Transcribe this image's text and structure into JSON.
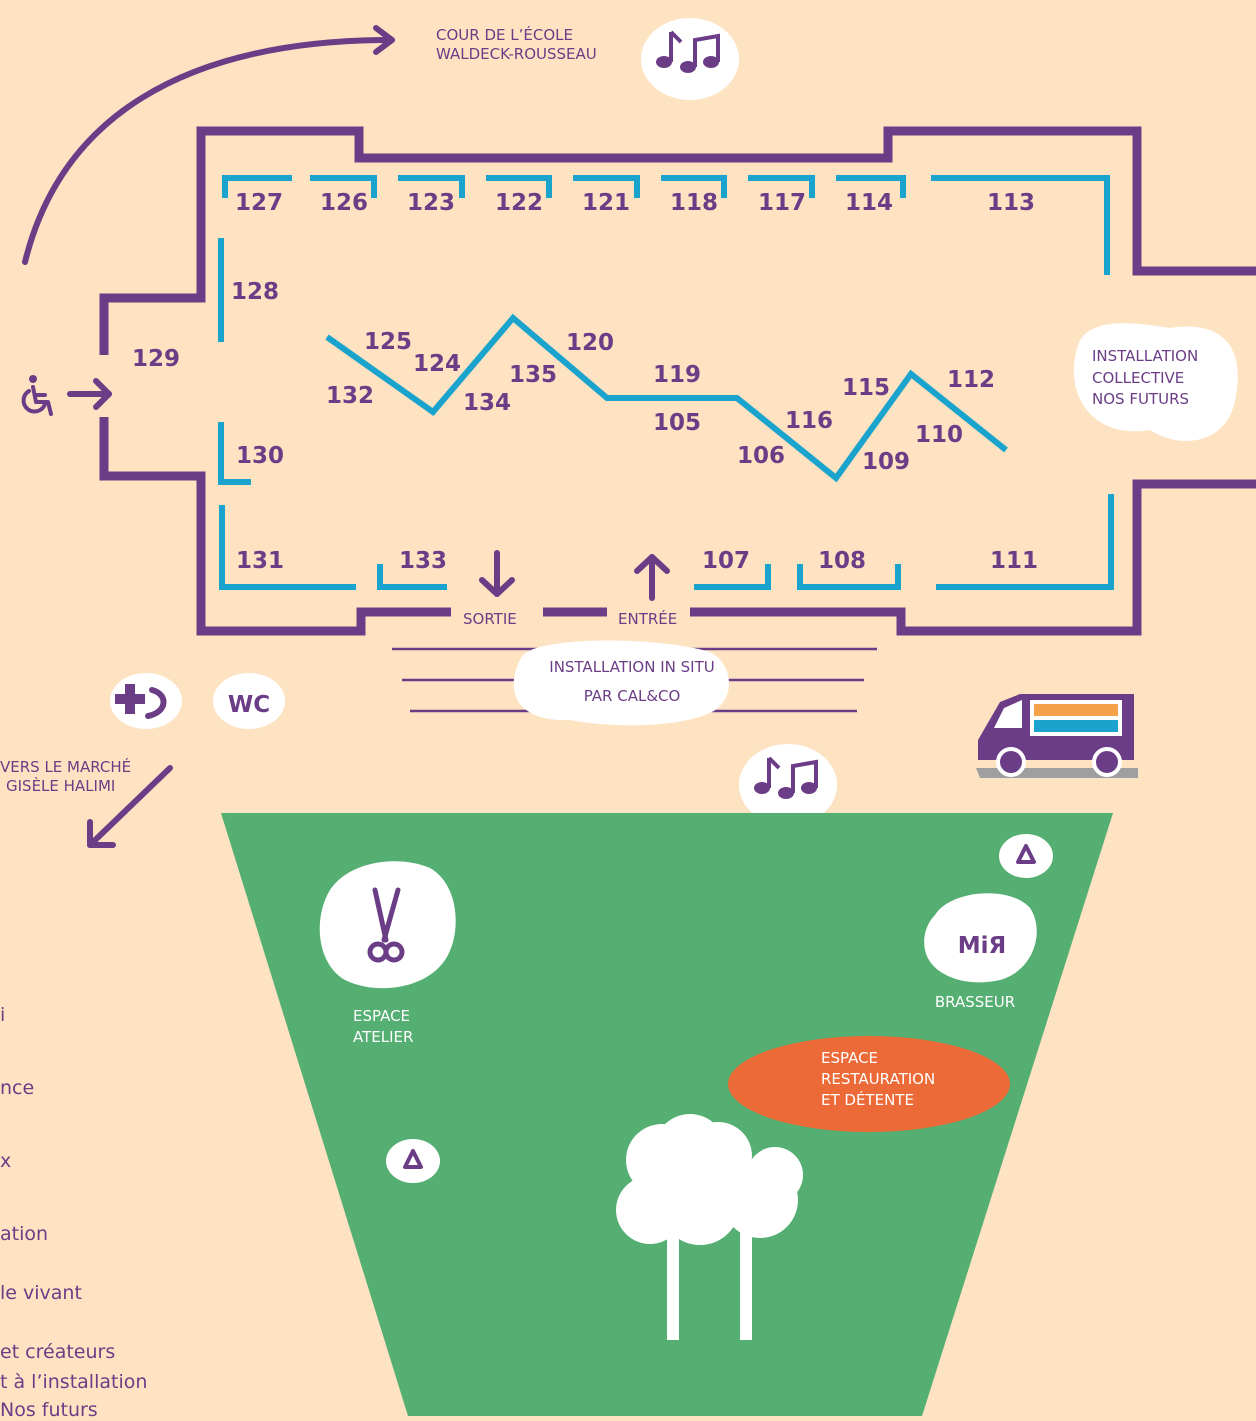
{
  "colors": {
    "background": "#fde3c2",
    "purple": "#6b3d86",
    "blue": "#1aa3cc",
    "green": "#55ae72",
    "orange": "#ec6a37",
    "white": "#ffffff"
  },
  "labels": {
    "school_line1": "COUR DE L’ÉCOLE",
    "school_line2": "WALDECK-ROUSSEAU",
    "installation_collective_1": "INSTALLATION",
    "installation_collective_2": "COLLECTIVE",
    "installation_collective_3": "NOS FUTURS",
    "exit": "SORTIE",
    "entrance": "ENTRÉE",
    "in_situ_1": "INSTALLATION IN SITU",
    "in_situ_2": "PAR CAL&CO",
    "market_1": "VERS LE MARCHÉ",
    "market_2": "GISÈLE HALIMI",
    "wc": "WC",
    "atelier_1": "ESPACE",
    "atelier_2": "ATELIER",
    "brewer_logo": "MiЯ",
    "brewer": "BRASSEUR",
    "food_1": "ESPACE",
    "food_2": "RESTAURATION",
    "food_3": "ET DÉTENTE"
  },
  "stands": {
    "s127": "127",
    "s126": "126",
    "s123": "123",
    "s122": "122",
    "s121": "121",
    "s118": "118",
    "s117": "117",
    "s114": "114",
    "s113": "113",
    "s128": "128",
    "s129": "129",
    "s130": "130",
    "s131": "131",
    "s133": "133",
    "s107": "107",
    "s108": "108",
    "s111": "111",
    "s125": "125",
    "s124": "124",
    "s132": "132",
    "s134": "134",
    "s135": "135",
    "s120": "120",
    "s119": "119",
    "s105": "105",
    "s106": "106",
    "s116": "116",
    "s115": "115",
    "s109": "109",
    "s110": "110",
    "s112": "112"
  },
  "legend": [
    "i",
    "nce",
    "x",
    "ation",
    "le vivant",
    "et créateurs",
    "t à l’installation",
    "Nos futurs"
  ],
  "icons": [
    "music-icon",
    "accessibility-icon",
    "first-aid-icon",
    "wc-icon",
    "food-truck-icon",
    "recycle-icon",
    "scissors-icon",
    "tree-icon"
  ]
}
